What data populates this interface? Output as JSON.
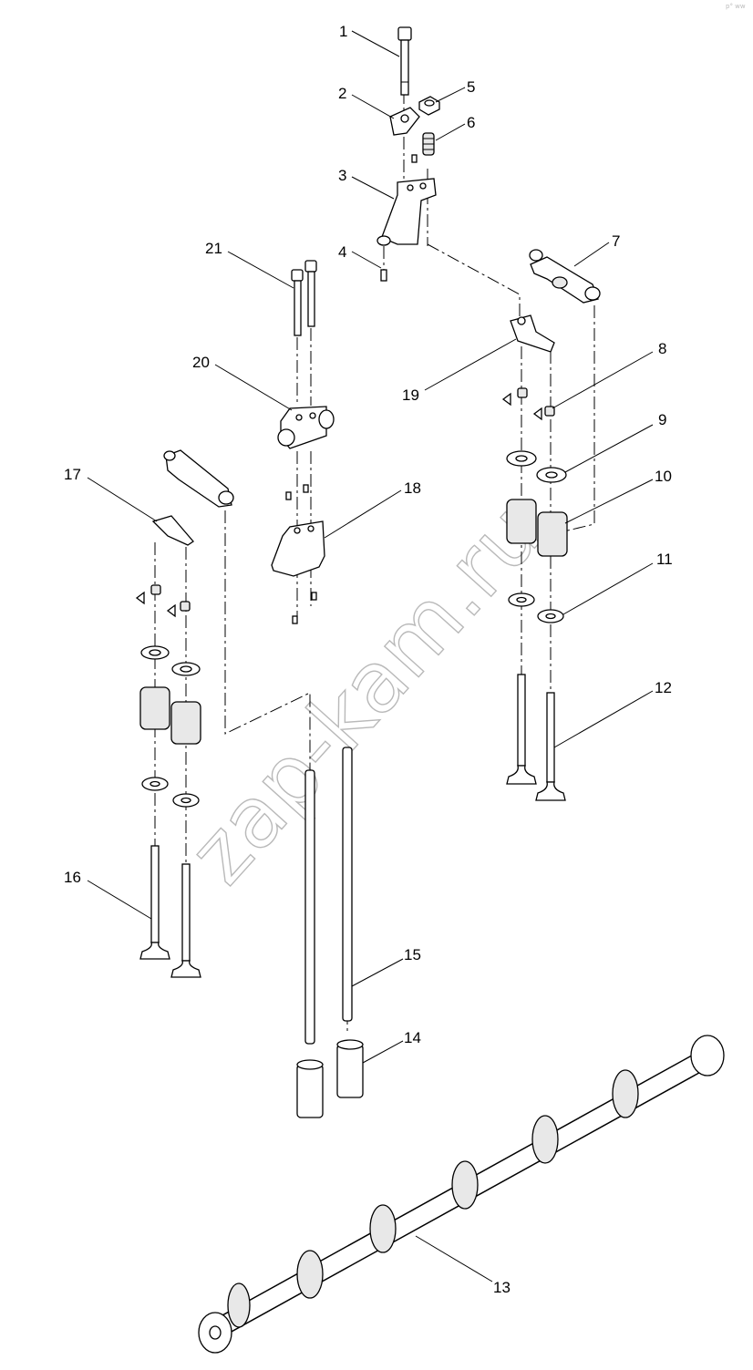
{
  "diagram": {
    "callouts": [
      "1",
      "2",
      "3",
      "4",
      "5",
      "6",
      "7",
      "8",
      "9",
      "10",
      "11",
      "12",
      "13",
      "14",
      "15",
      "16",
      "17",
      "18",
      "19",
      "20",
      "21"
    ],
    "watermark": "zap-kam.ru",
    "corner_mark": "p° ww"
  }
}
